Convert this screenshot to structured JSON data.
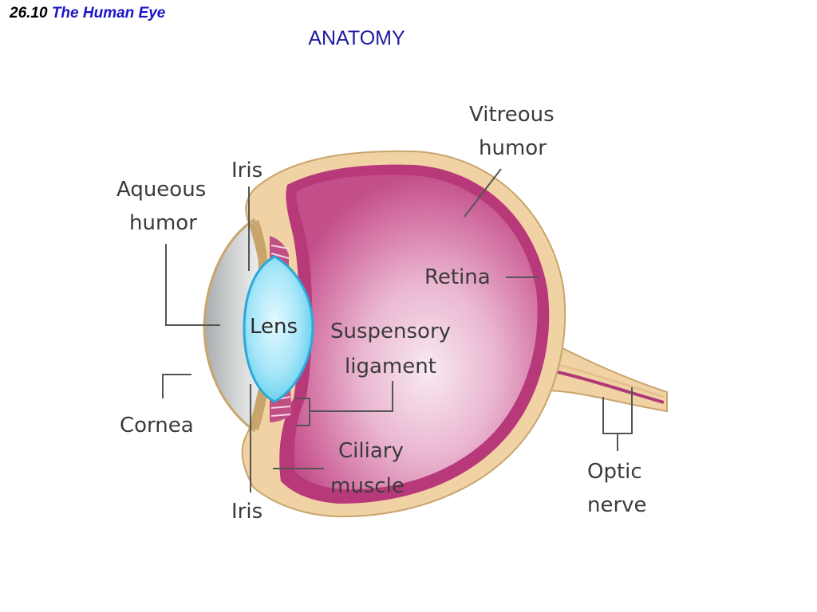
{
  "header": {
    "section_number": "26.10",
    "section_title": "The Human Eye"
  },
  "subtitle": "ANATOMY",
  "labels": {
    "vitreous_humor": [
      "Vitreous",
      "humor"
    ],
    "iris_top": "Iris",
    "aqueous_humor": [
      "Aqueous",
      "humor"
    ],
    "retina": "Retina",
    "lens": "Lens",
    "suspensory_ligament": [
      "Suspensory",
      "ligament"
    ],
    "cornea": "Cornea",
    "ciliary_muscle": [
      "Ciliary",
      "muscle"
    ],
    "optic_nerve": [
      "Optic",
      "nerve"
    ],
    "iris_bottom": "Iris"
  },
  "colors": {
    "sclera": "#f0d2a4",
    "sclera_edge": "#c9a56c",
    "retina": "#b8397a",
    "vitreous": "#d46aa2",
    "vitreous_center": "#f6e2ee",
    "cornea": "#bfc2c4",
    "lens": "#8ee0f5",
    "lens_edge": "#2aa9d8"
  }
}
